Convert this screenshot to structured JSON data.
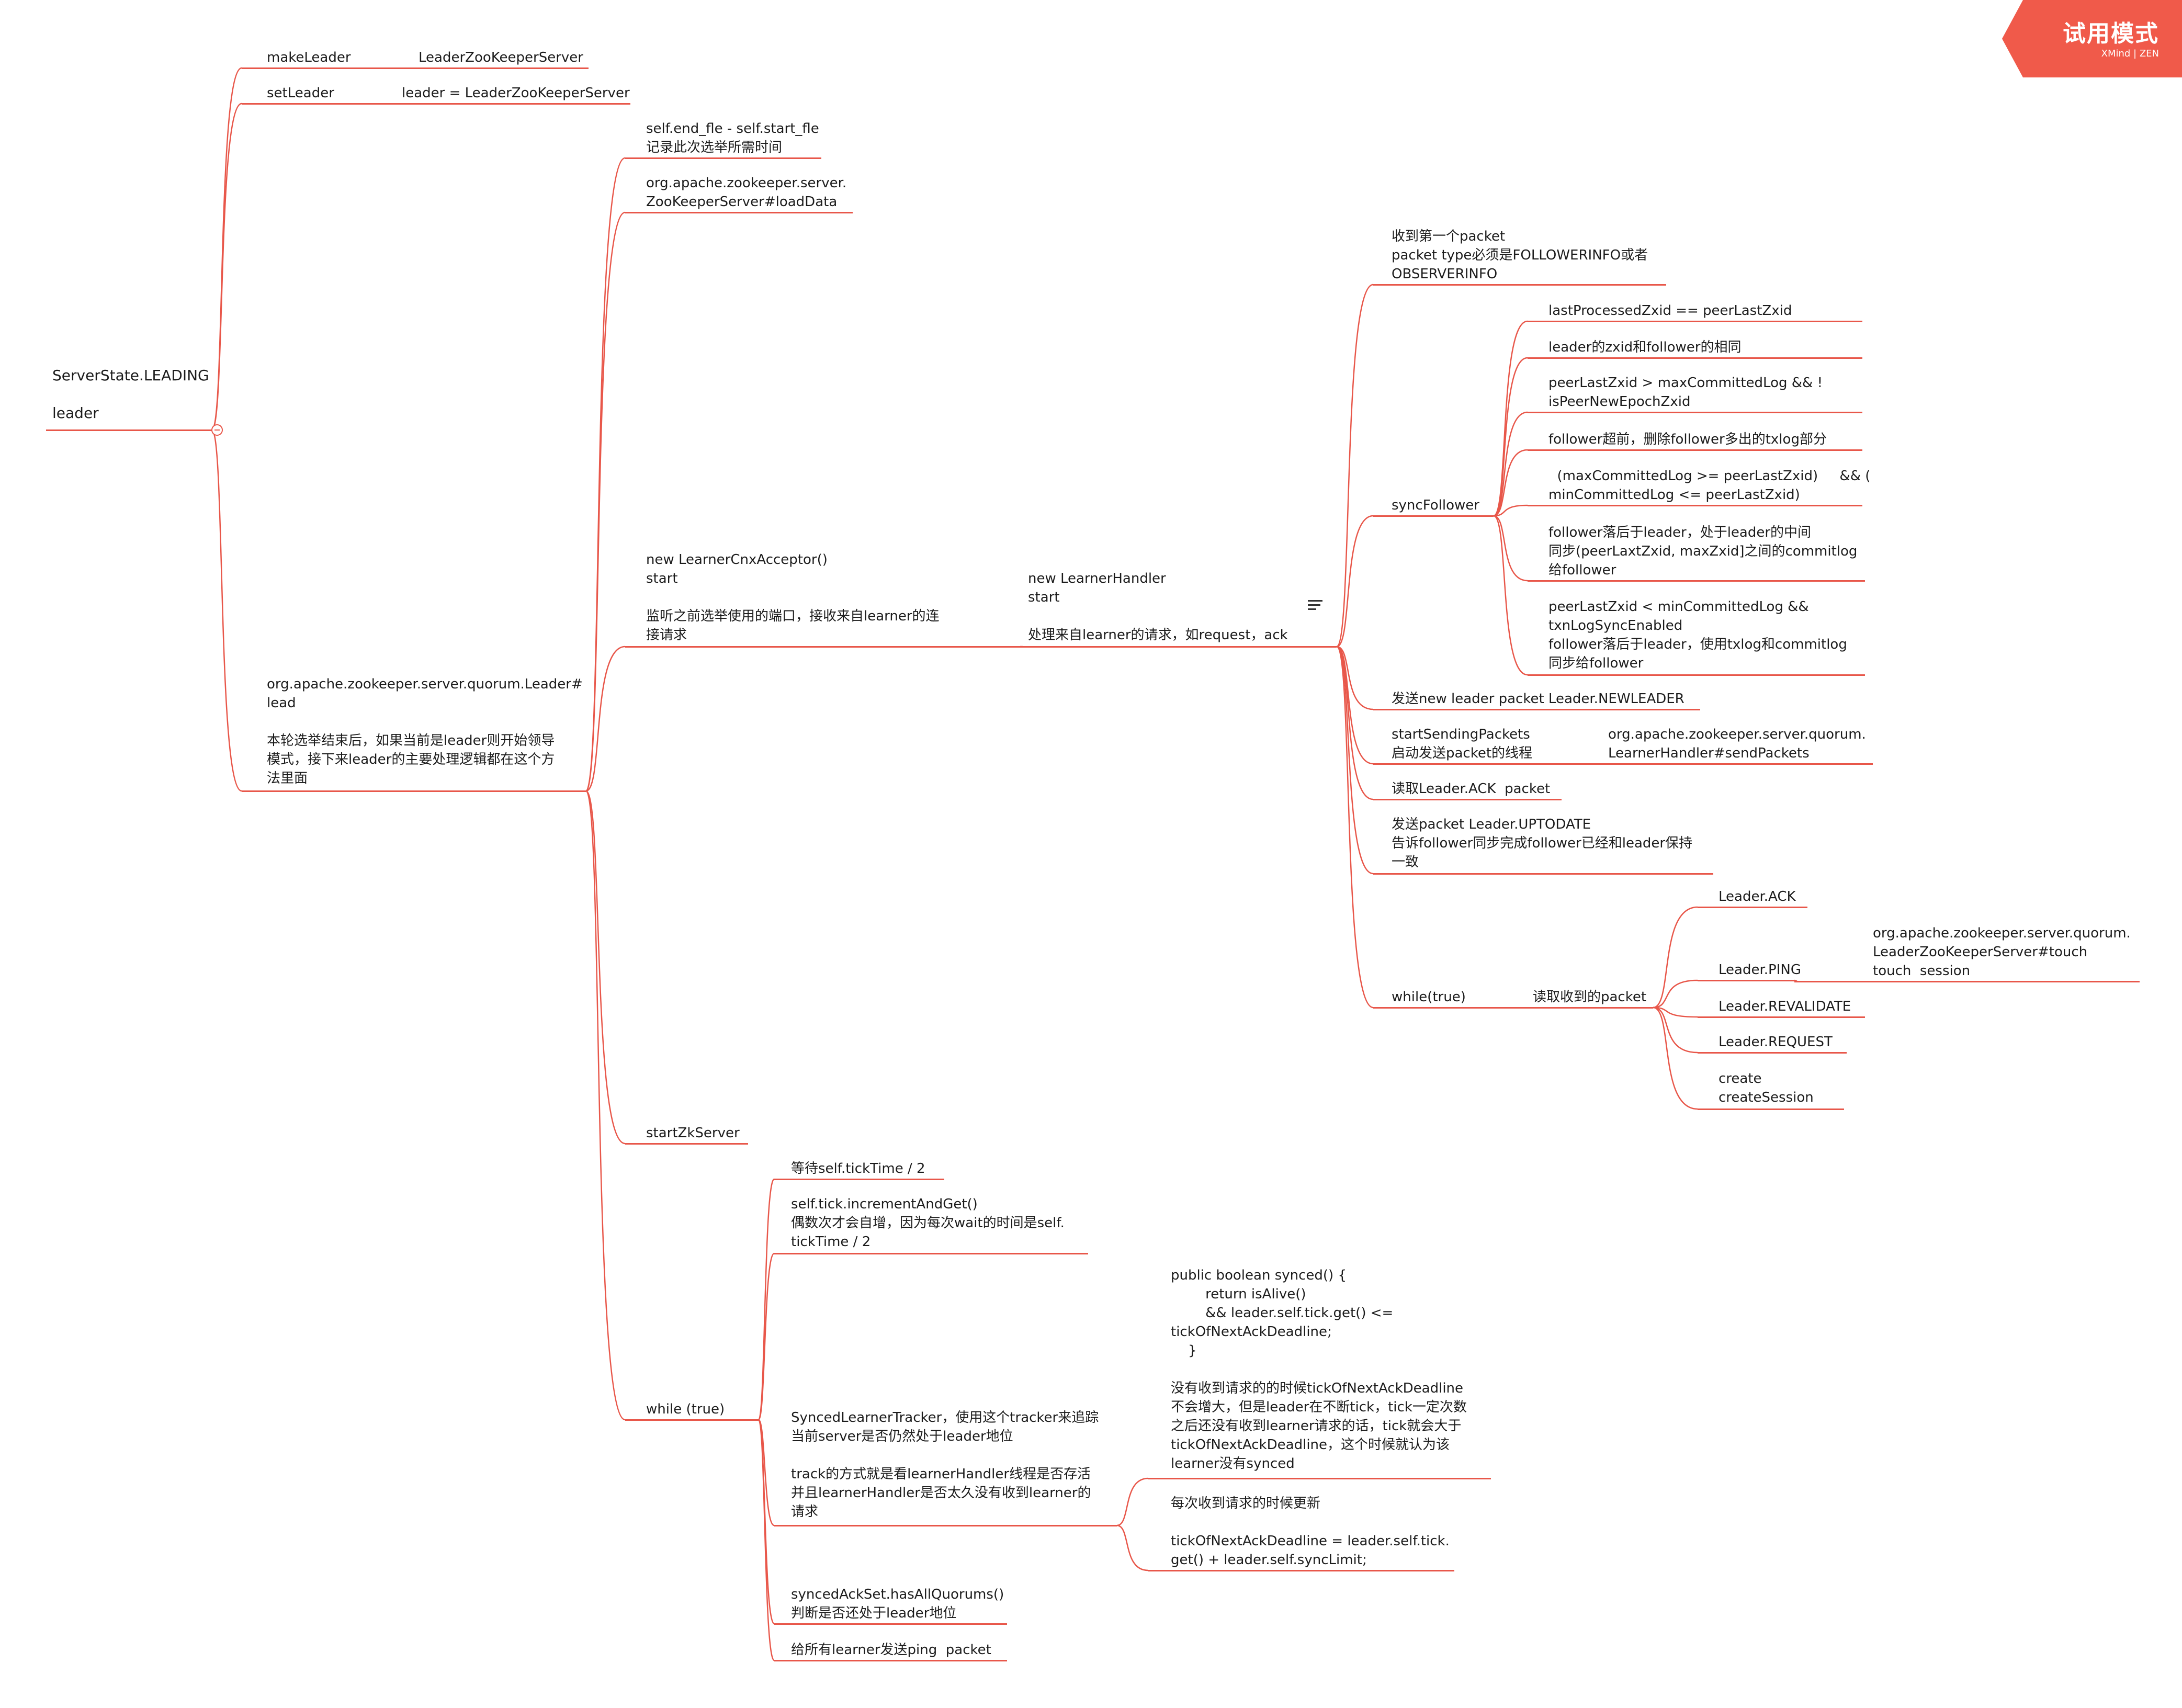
{
  "badge": {
    "mode": "试用模式",
    "product": "XMind",
    "edition": "ZEN",
    "color": "#f05a4a"
  },
  "accent_color": "#e8574a",
  "root": "ServerState.LEADING\n\nleader",
  "topics": {
    "make_leader": "makeLeader",
    "leader_zk_server": "LeaderZooKeeperServer",
    "set_leader": "setLeader",
    "leader_assign": "leader = LeaderZooKeeperServer",
    "lead": "org.apache.zookeeper.server.quorum.Leader#\nlead\n\n本轮选举结束后，如果当前是leader则开始领导\n模式，接下来leader的主要处理逻辑都在这个方\n法里面",
    "end_start": "self.end_fle - self.start_fle\n记录此次选举所需时间",
    "load_data": "org.apache.zookeeper.server.\nZooKeeperServer#loadData",
    "cnx_acceptor": "new LearnerCnxAcceptor()\nstart\n\n监听之前选举使用的端口，接收来自learner的连\n接请求",
    "learner_handler": "new LearnerHandler\nstart\n\n处理来自learner的请求，如request，ack",
    "first_packet": "收到第一个packet\npacket type必须是FOLLOWERINFO或者\nOBSERVERINFO",
    "sync_follower": "syncFollower",
    "sync_1": "lastProcessedZxid == peerLastZxid",
    "sync_2": "leader的zxid和follower的相同",
    "sync_3": "peerLastZxid > maxCommittedLog && !\nisPeerNewEpochZxid",
    "sync_4": "follower超前，删除follower多出的txlog部分",
    "sync_5": "  (maxCommittedLog >= peerLastZxid)     && (\nminCommittedLog <= peerLastZxid)",
    "sync_6": "follower落后于leader，处于leader的中间\n同步(peerLaxtZxid, maxZxid]之间的commitlog\n给follower",
    "sync_7": "peerLastZxid < minCommittedLog &&\ntxnLogSyncEnabled\nfollower落后于leader，使用txlog和commitlog\n同步给follower",
    "new_leader_packet": "发送new leader packet Leader.NEWLEADER",
    "start_sending": "startSendingPackets\n启动发送packet的线程",
    "send_packets": "org.apache.zookeeper.server.quorum.\nLearnerHandler#sendPackets",
    "read_ack": "读取Leader.ACK  packet",
    "uptodate": "发送packet Leader.UPTODATE\n告诉follower同步完成follower已经和leader保持\n一致",
    "while_true_handler": "while(true)",
    "read_packet": "读取收到的packet",
    "pkt_ack": "Leader.ACK",
    "pkt_ping": "Leader.PING",
    "touch": "org.apache.zookeeper.server.quorum.\nLeaderZooKeeperServer#touch\ntouch  session",
    "pkt_revalidate": "Leader.REVALIDATE",
    "pkt_request": "Leader.REQUEST",
    "create": "create\ncreateSession",
    "start_zk": "startZkServer",
    "while_true_leader": "while (true)",
    "wait": "等待self.tickTime / 2",
    "tick_inc": "self.tick.incrementAndGet()\n偶数次才会自增，因为每次wait的时间是self.\ntickTime / 2",
    "tracker": "SyncedLearnerTracker，使用这个tracker来追踪\n当前server是否仍然处于leader地位\n\ntrack的方式就是看learnerHandler线程是否存活\n并且learnerHandler是否太久没有收到learner的\n请求",
    "synced_code": "public boolean synced() {\n        return isAlive()\n        && leader.self.tick.get() <=\ntickOfNextAckDeadline;\n    }\n\n没有收到请求的的时候tickOfNextAckDeadline\n不会增大，但是leader在不断tick，tick一定次数\n之后还没有收到learner请求的话，tick就会大于\ntickOfNextAckDeadline，这个时候就认为该\nlearner没有synced",
    "update_deadline": "每次收到请求的时候更新\n\ntickOfNextAckDeadline = leader.self.tick.\nget() + leader.self.syncLimit;",
    "has_quorums": "syncedAckSet.hasAllQuorums()\n判断是否还处于leader地位",
    "send_ping": "给所有learner发送ping  packet"
  }
}
